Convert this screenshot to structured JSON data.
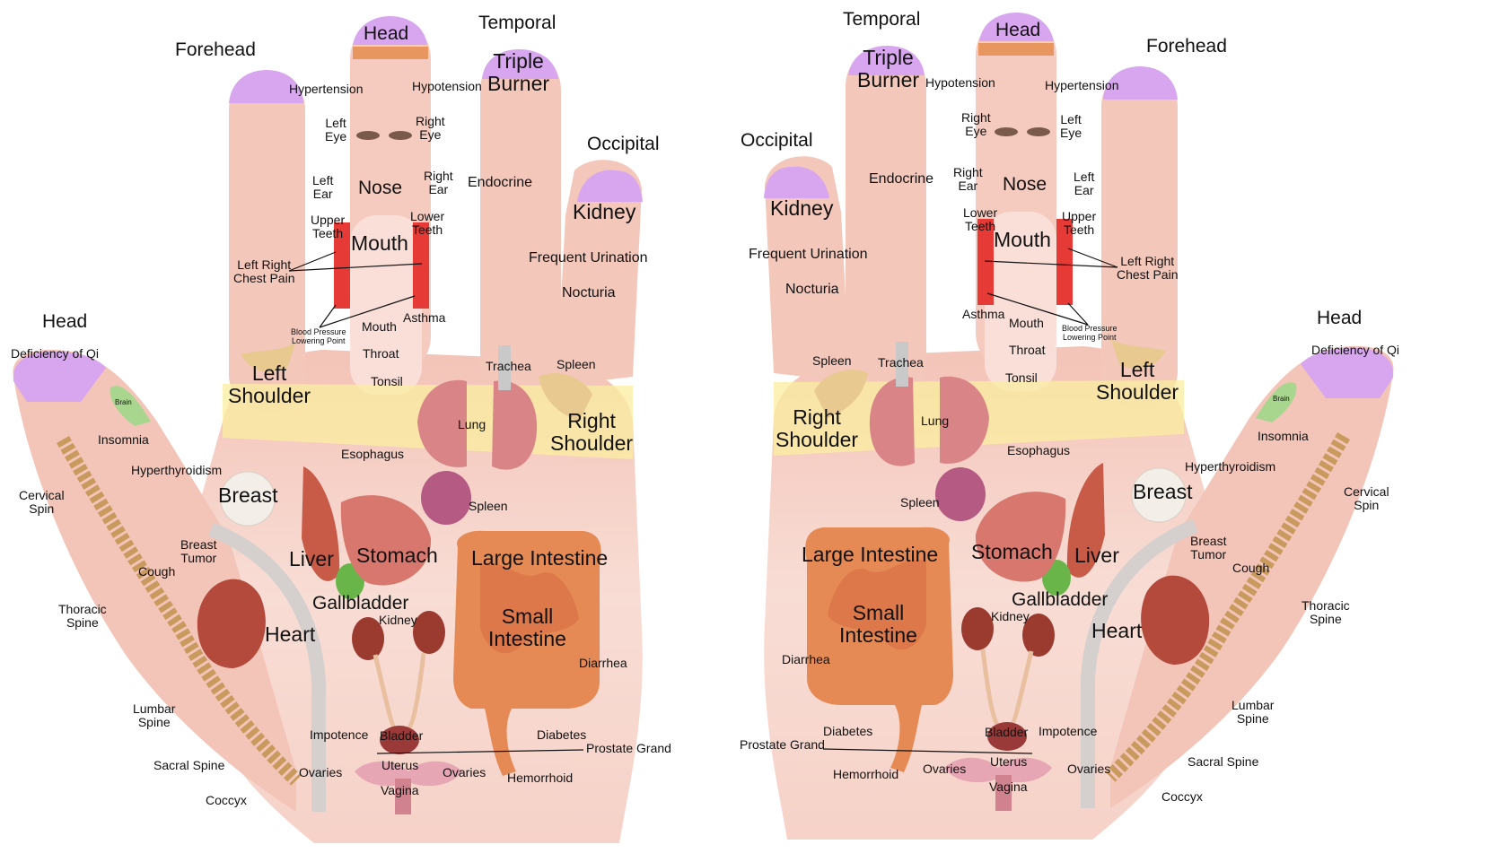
{
  "left_hand": {
    "fingers": {
      "forehead": "Forehead",
      "head": "Head",
      "temporal": "Temporal",
      "triple_burner": "Triple\nBurner",
      "occipital": "Occipital",
      "kidney": "Kidney",
      "thumb_head": "Head",
      "deficiency_of_qi": "Deficiency of Qi",
      "brain": "Brain"
    },
    "points": {
      "hypertension": "Hypertension",
      "hypotension": "Hypotension",
      "left_eye": "Left\nEye",
      "right_eye": "Right\nEye",
      "left_ear": "Left\nEar",
      "right_ear": "Right\nEar",
      "nose": "Nose",
      "upper_teeth": "Upper\nTeeth",
      "lower_teeth": "Lower\nTeeth",
      "mouth_big": "Mouth",
      "chest_pain": "Left Right\nChest Pain",
      "blood_pressure": "Blood Pressure\nLowering Point",
      "asthma": "Asthma",
      "endocrine": "Endocrine",
      "frequent_urination": "Frequent Urination",
      "nocturia": "Nocturia",
      "mouth": "Mouth",
      "throat": "Throat",
      "tonsil": "Tonsil",
      "trachea": "Trachea",
      "spleen_top": "Spleen",
      "insomnia": "Insomnia",
      "hyperthyroidism": "Hyperthyroidism",
      "cervical_spin": "Cervical\nSpin",
      "breast_tumor": "Breast\nTumor",
      "cough": "Cough",
      "thoracic_spine": "Thoracic\nSpine",
      "lumbar_spine": "Lumbar\nSpine",
      "sacral_spine": "Sacral Spine",
      "coccyx": "Coccyx",
      "esophagus": "Esophagus",
      "diarrhea": "Diarrhea",
      "diabetes": "Diabetes",
      "prostate_grand": "Prostate Grand",
      "hemorrhoid": "Hemorrhoid",
      "impotence": "Impotence",
      "ovaries_left": "Ovaries",
      "ovaries_right": "Ovaries",
      "uterus": "Uterus",
      "vagina": "Vagina",
      "bladder": "Bladder",
      "kidney_small": "Kidney",
      "spleen_organ": "Spleen",
      "lung": "Lung"
    },
    "organs": {
      "left_shoulder": "Left\nShoulder",
      "right_shoulder": "Right\nShoulder",
      "breast": "Breast",
      "liver": "Liver",
      "stomach": "Stomach",
      "gallbladder": "Gallbladder",
      "heart": "Heart",
      "large_intestine": "Large Intestine",
      "small_intestine": "Small\nIntestine"
    }
  },
  "right_hand": {
    "fingers": {
      "temporal": "Temporal",
      "triple_burner": "Triple\nBurner",
      "head": "Head",
      "forehead": "Forehead",
      "occipital": "Occipital",
      "kidney": "Kidney",
      "thumb_head": "Head",
      "deficiency_of_qi": "Deficiency of Qi",
      "brain": "Brain"
    },
    "points": {
      "hypotension": "Hypotension",
      "hypertension": "Hypertension",
      "right_eye": "Right\nEye",
      "left_eye": "Left\nEye",
      "right_ear": "Right\nEar",
      "left_ear": "Left\nEar",
      "nose": "Nose",
      "lower_teeth": "Lower\nTeeth",
      "upper_teeth": "Upper\nTeeth",
      "mouth_big": "Mouth",
      "chest_pain": "Left Right\nChest Pain",
      "blood_pressure": "Blood Pressure\nLowering Point",
      "asthma": "Asthma",
      "endocrine": "Endocrine",
      "frequent_urination": "Frequent Urination",
      "nocturia": "Nocturia",
      "mouth": "Mouth",
      "throat": "Throat",
      "tonsil": "Tonsil",
      "trachea": "Trachea",
      "spleen_top": "Spleen",
      "insomnia": "Insomnia",
      "hyperthyroidism": "Hyperthyroidism",
      "cervical_spin": "Cervical\nSpin",
      "breast_tumor": "Breast\nTumor",
      "cough": "Cough",
      "thoracic_spine": "Thoracic\nSpine",
      "lumbar_spine": "Lumbar\nSpine",
      "sacral_spine": "Sacral Spine",
      "coccyx": "Coccyx",
      "esophagus": "Esophagus",
      "diarrhea": "Diarrhea",
      "diabetes": "Diabetes",
      "prostate_grand": "Prostate Grand",
      "hemorrhoid": "Hemorrhoid",
      "impotence": "Impotence",
      "ovaries_left": "Ovaries",
      "ovaries_right": "Ovaries",
      "uterus": "Uterus",
      "vagina": "Vagina",
      "bladder": "Bladder",
      "kidney_small": "Kidney",
      "spleen_organ": "Spleen",
      "lung": "Lung"
    },
    "organs": {
      "left_shoulder": "Left\nShoulder",
      "right_shoulder": "Right\nShoulder",
      "breast": "Breast",
      "liver": "Liver",
      "stomach": "Stomach",
      "gallbladder": "Gallbladder",
      "heart": "Heart",
      "large_intestine": "Large Intestine",
      "small_intestine": "Small\nIntestine"
    }
  },
  "colors": {
    "skin": "#f6d8cf",
    "skin_dark": "#eeb9ab",
    "fingertip": "#d8a6ef",
    "band": "#fbeea0",
    "teeth_red": "#e53a36",
    "spine": "#c99a5d",
    "intestine": "#e58a55"
  }
}
